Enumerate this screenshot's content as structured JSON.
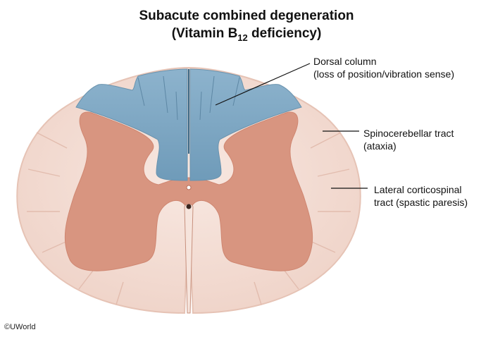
{
  "title": {
    "line1": "Subacute combined degeneration",
    "line2_prefix": "(Vitamin B",
    "line2_subscript": "12",
    "line2_suffix": " deficiency)"
  },
  "labels": {
    "dorsal_column": {
      "name": "Dorsal column",
      "detail": "(loss of position/vibration sense)"
    },
    "spinocerebellar": {
      "name": "Spinocerebellar tract",
      "detail": "(ataxia)"
    },
    "corticospinal": {
      "name": "Lateral corticospinal",
      "detail": "tract (spastic paresis)"
    }
  },
  "copyright": "©UWorld",
  "colors": {
    "white_matter": "#f3dcd3",
    "gray_matter": "#d8947e",
    "dorsal_column_highlight": "#7fa8c4",
    "outline": "#e9c6b8"
  }
}
